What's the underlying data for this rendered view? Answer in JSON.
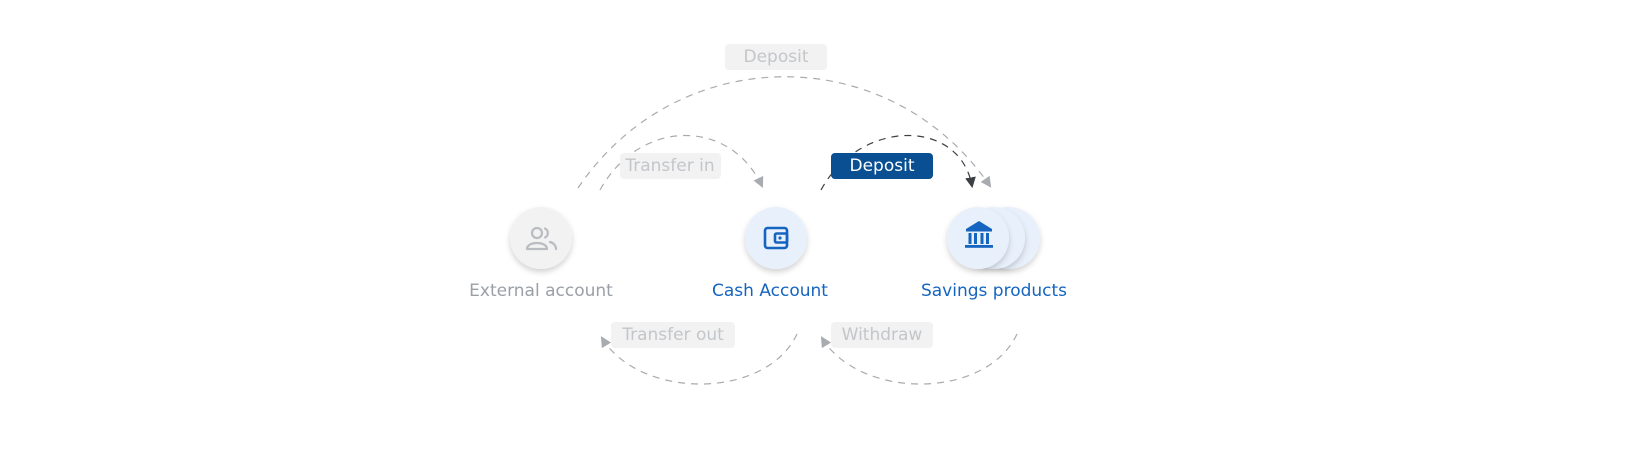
{
  "nodes": {
    "external": {
      "label": "External account",
      "icon": "people-icon"
    },
    "cash": {
      "label": "Cash Account",
      "icon": "wallet-icon"
    },
    "savings": {
      "label": "Savings products",
      "icon": "bank-icon"
    }
  },
  "flows": {
    "deposit_top": {
      "label": "Deposit"
    },
    "transfer_in": {
      "label": "Transfer in"
    },
    "deposit_active": {
      "label": "Deposit"
    },
    "transfer_out": {
      "label": "Transfer out"
    },
    "withdraw": {
      "label": "Withdraw"
    }
  },
  "colors": {
    "muted_label": "#9aa0a6",
    "active_label": "#1565c0",
    "pill_bg": "#f2f2f2",
    "pill_text": "#c3c6ca",
    "active_pill_bg": "#0a4f92",
    "active_pill_text": "#ffffff",
    "dash": "#a8abb0",
    "dash_active": "#3c3f44",
    "circle_grey": "#f2f2f3",
    "circle_blue": "#e8f0fb",
    "icon_grey": "#b9bcc0",
    "icon_blue": "#1565c0"
  }
}
